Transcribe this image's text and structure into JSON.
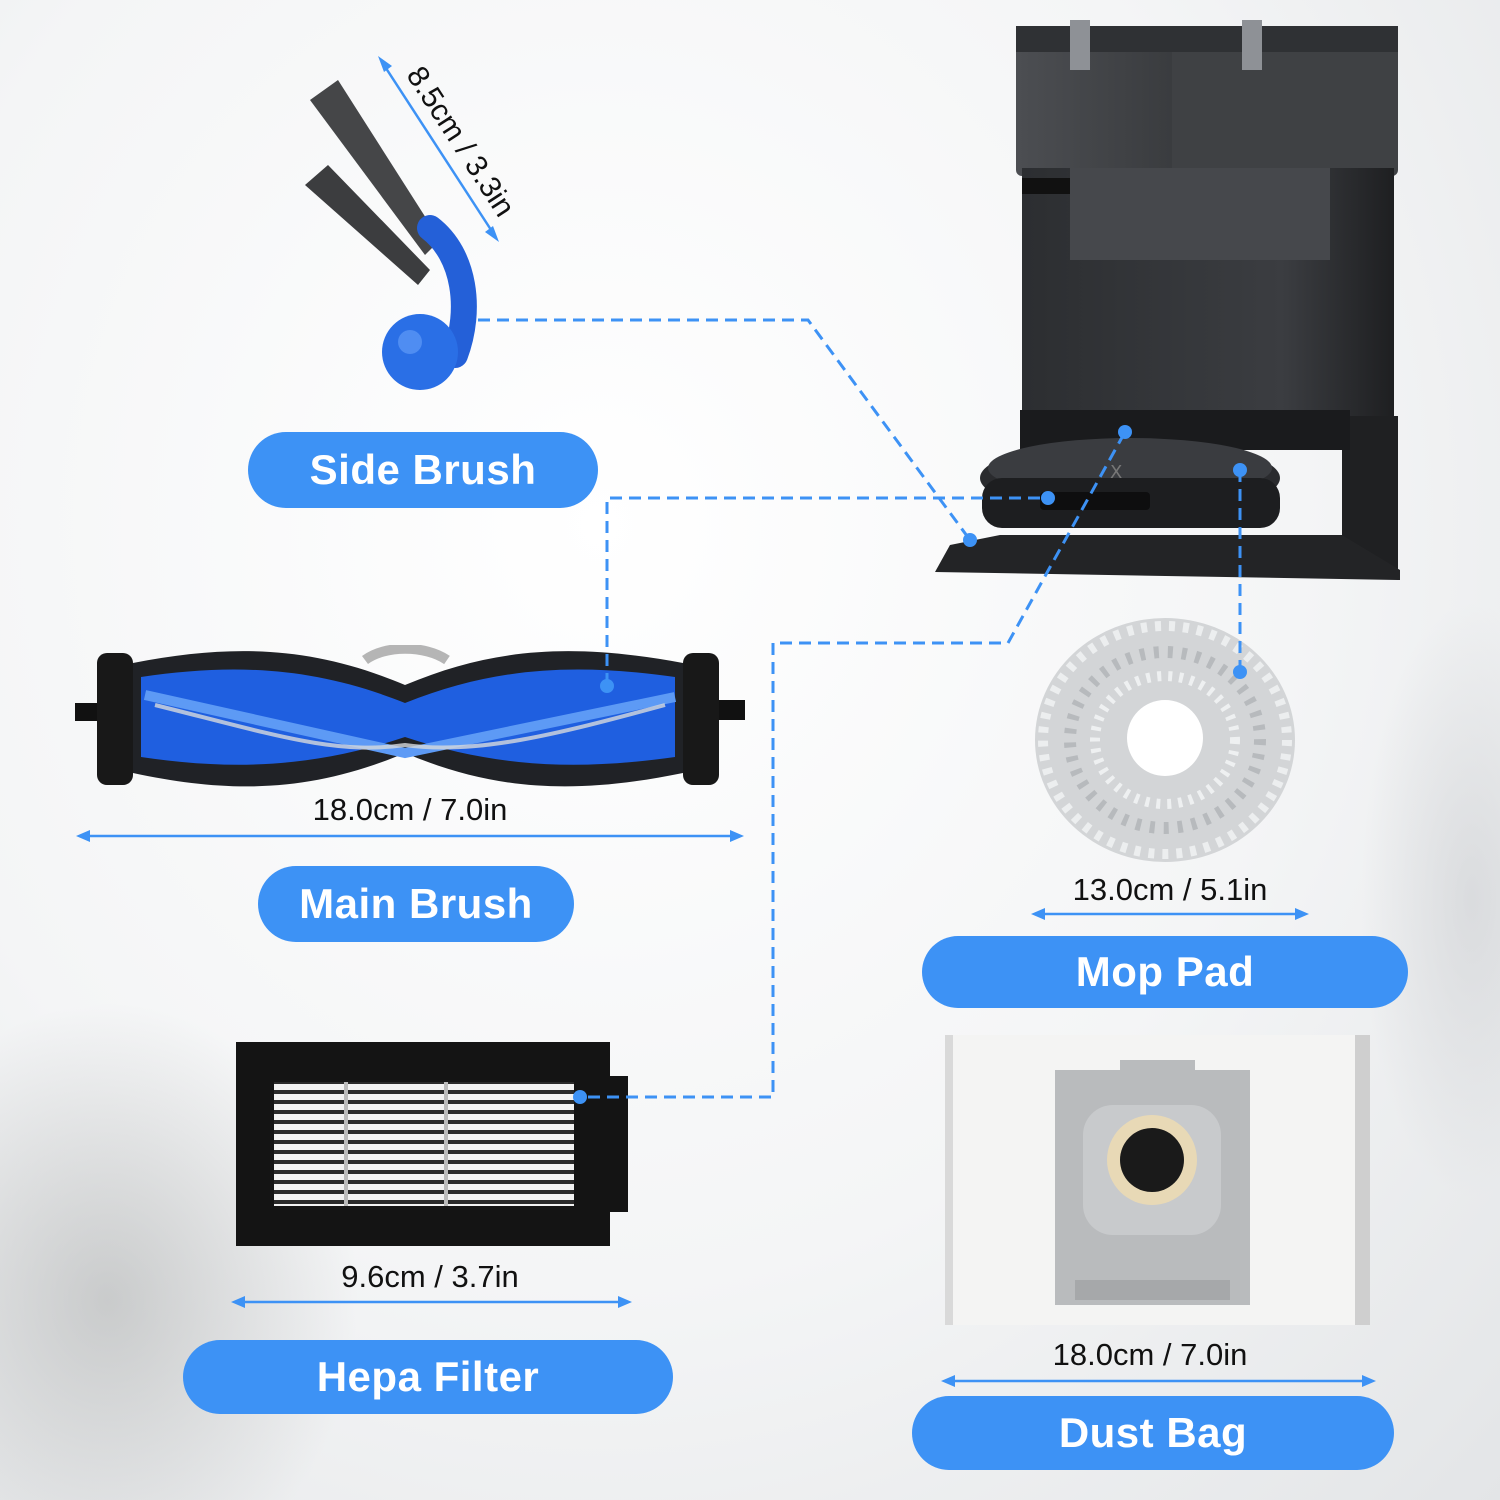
{
  "parts": {
    "side_brush": {
      "label": "Side Brush",
      "size": "8.5cm / 3.3in"
    },
    "main_brush": {
      "label": "Main Brush",
      "size": "18.0cm / 7.0in"
    },
    "hepa_filter": {
      "label": "Hepa Filter",
      "size": "9.6cm / 3.7in"
    },
    "mop_pad": {
      "label": "Mop Pad",
      "size": "13.0cm / 5.1in"
    },
    "dust_bag": {
      "label": "Dust Bag",
      "size": "18.0cm / 7.0in"
    }
  },
  "colors": {
    "accent": "#3d92f5",
    "brush_blue": "#2a6fe6",
    "station": "#2b2d30",
    "label_text": "#ffffff"
  },
  "icons": [
    "side-brush-icon",
    "main-brush-icon",
    "hepa-filter-icon",
    "mop-pad-icon",
    "dust-bag-icon",
    "robot-station-icon"
  ]
}
